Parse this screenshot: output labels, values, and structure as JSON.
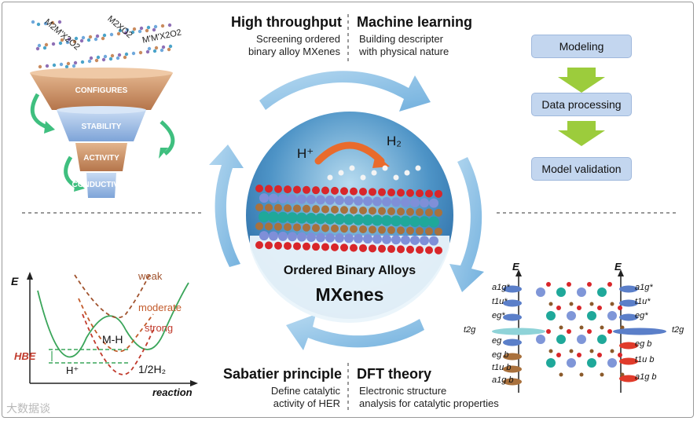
{
  "sections": {
    "high_throughput": {
      "title": "High throughput",
      "sub1": "Screening ordered",
      "sub2": "binary alloy MXenes"
    },
    "machine_learning": {
      "title": "Machine learning",
      "sub1": "Building descripter",
      "sub2": "with physical nature"
    },
    "sabatier": {
      "title": "Sabatier principle",
      "sub1": "Define catalytic",
      "sub2": "activity of HER"
    },
    "dft": {
      "title": "DFT theory",
      "sub1": "Electronic structure",
      "sub2": "analysis for catalytic properties"
    }
  },
  "funnel": {
    "formula_left": "M2M'X2O2",
    "formula_mid": "M2XO2",
    "formula_right": "M'M'X2O2",
    "stages": [
      "CONFIGURES",
      "STABILITY",
      "ACTIVITY",
      "CONDUCTIVITY"
    ]
  },
  "ml_steps": [
    "Modeling",
    "Data processing",
    "Model validation"
  ],
  "center": {
    "label1": "Ordered Binary Alloys",
    "label2": "MXenes",
    "proton": "H⁺",
    "hydrogen": "H₂"
  },
  "energy_plot": {
    "y_axis": "E",
    "x_axis": "reaction",
    "curve_weak": "weak",
    "curve_moderate": "moderate",
    "curve_strong": "strong",
    "mh_label": "M-H",
    "hbe_label": "HBE",
    "h_plus": "H⁺",
    "half_h2": "1/2H₂"
  },
  "dft_diagram": {
    "axis_left": "E",
    "axis_right": "E",
    "left_levels": [
      "a1g*",
      "t1u*",
      "eg*",
      "t2g",
      "eg",
      "eg b",
      "t1u b",
      "a1g b"
    ],
    "right_levels": [
      "a1g*",
      "t1u*",
      "eg*",
      "t2g",
      "eg b",
      "t1u b",
      "a1g b"
    ]
  },
  "watermark": "大数据谈",
  "colors": {
    "funnel_brown": "#c98b5e",
    "funnel_blue": "#8fb3e0",
    "arrow_green": "#3fbf7f",
    "ml_box": "#c3d6ef",
    "ml_arrow": "#9ccc3c",
    "strong_curve": "#c0392b",
    "weak_curve": "#a0522d",
    "dft_red": "#e03b2b",
    "dft_blue": "#5b7fc9"
  }
}
